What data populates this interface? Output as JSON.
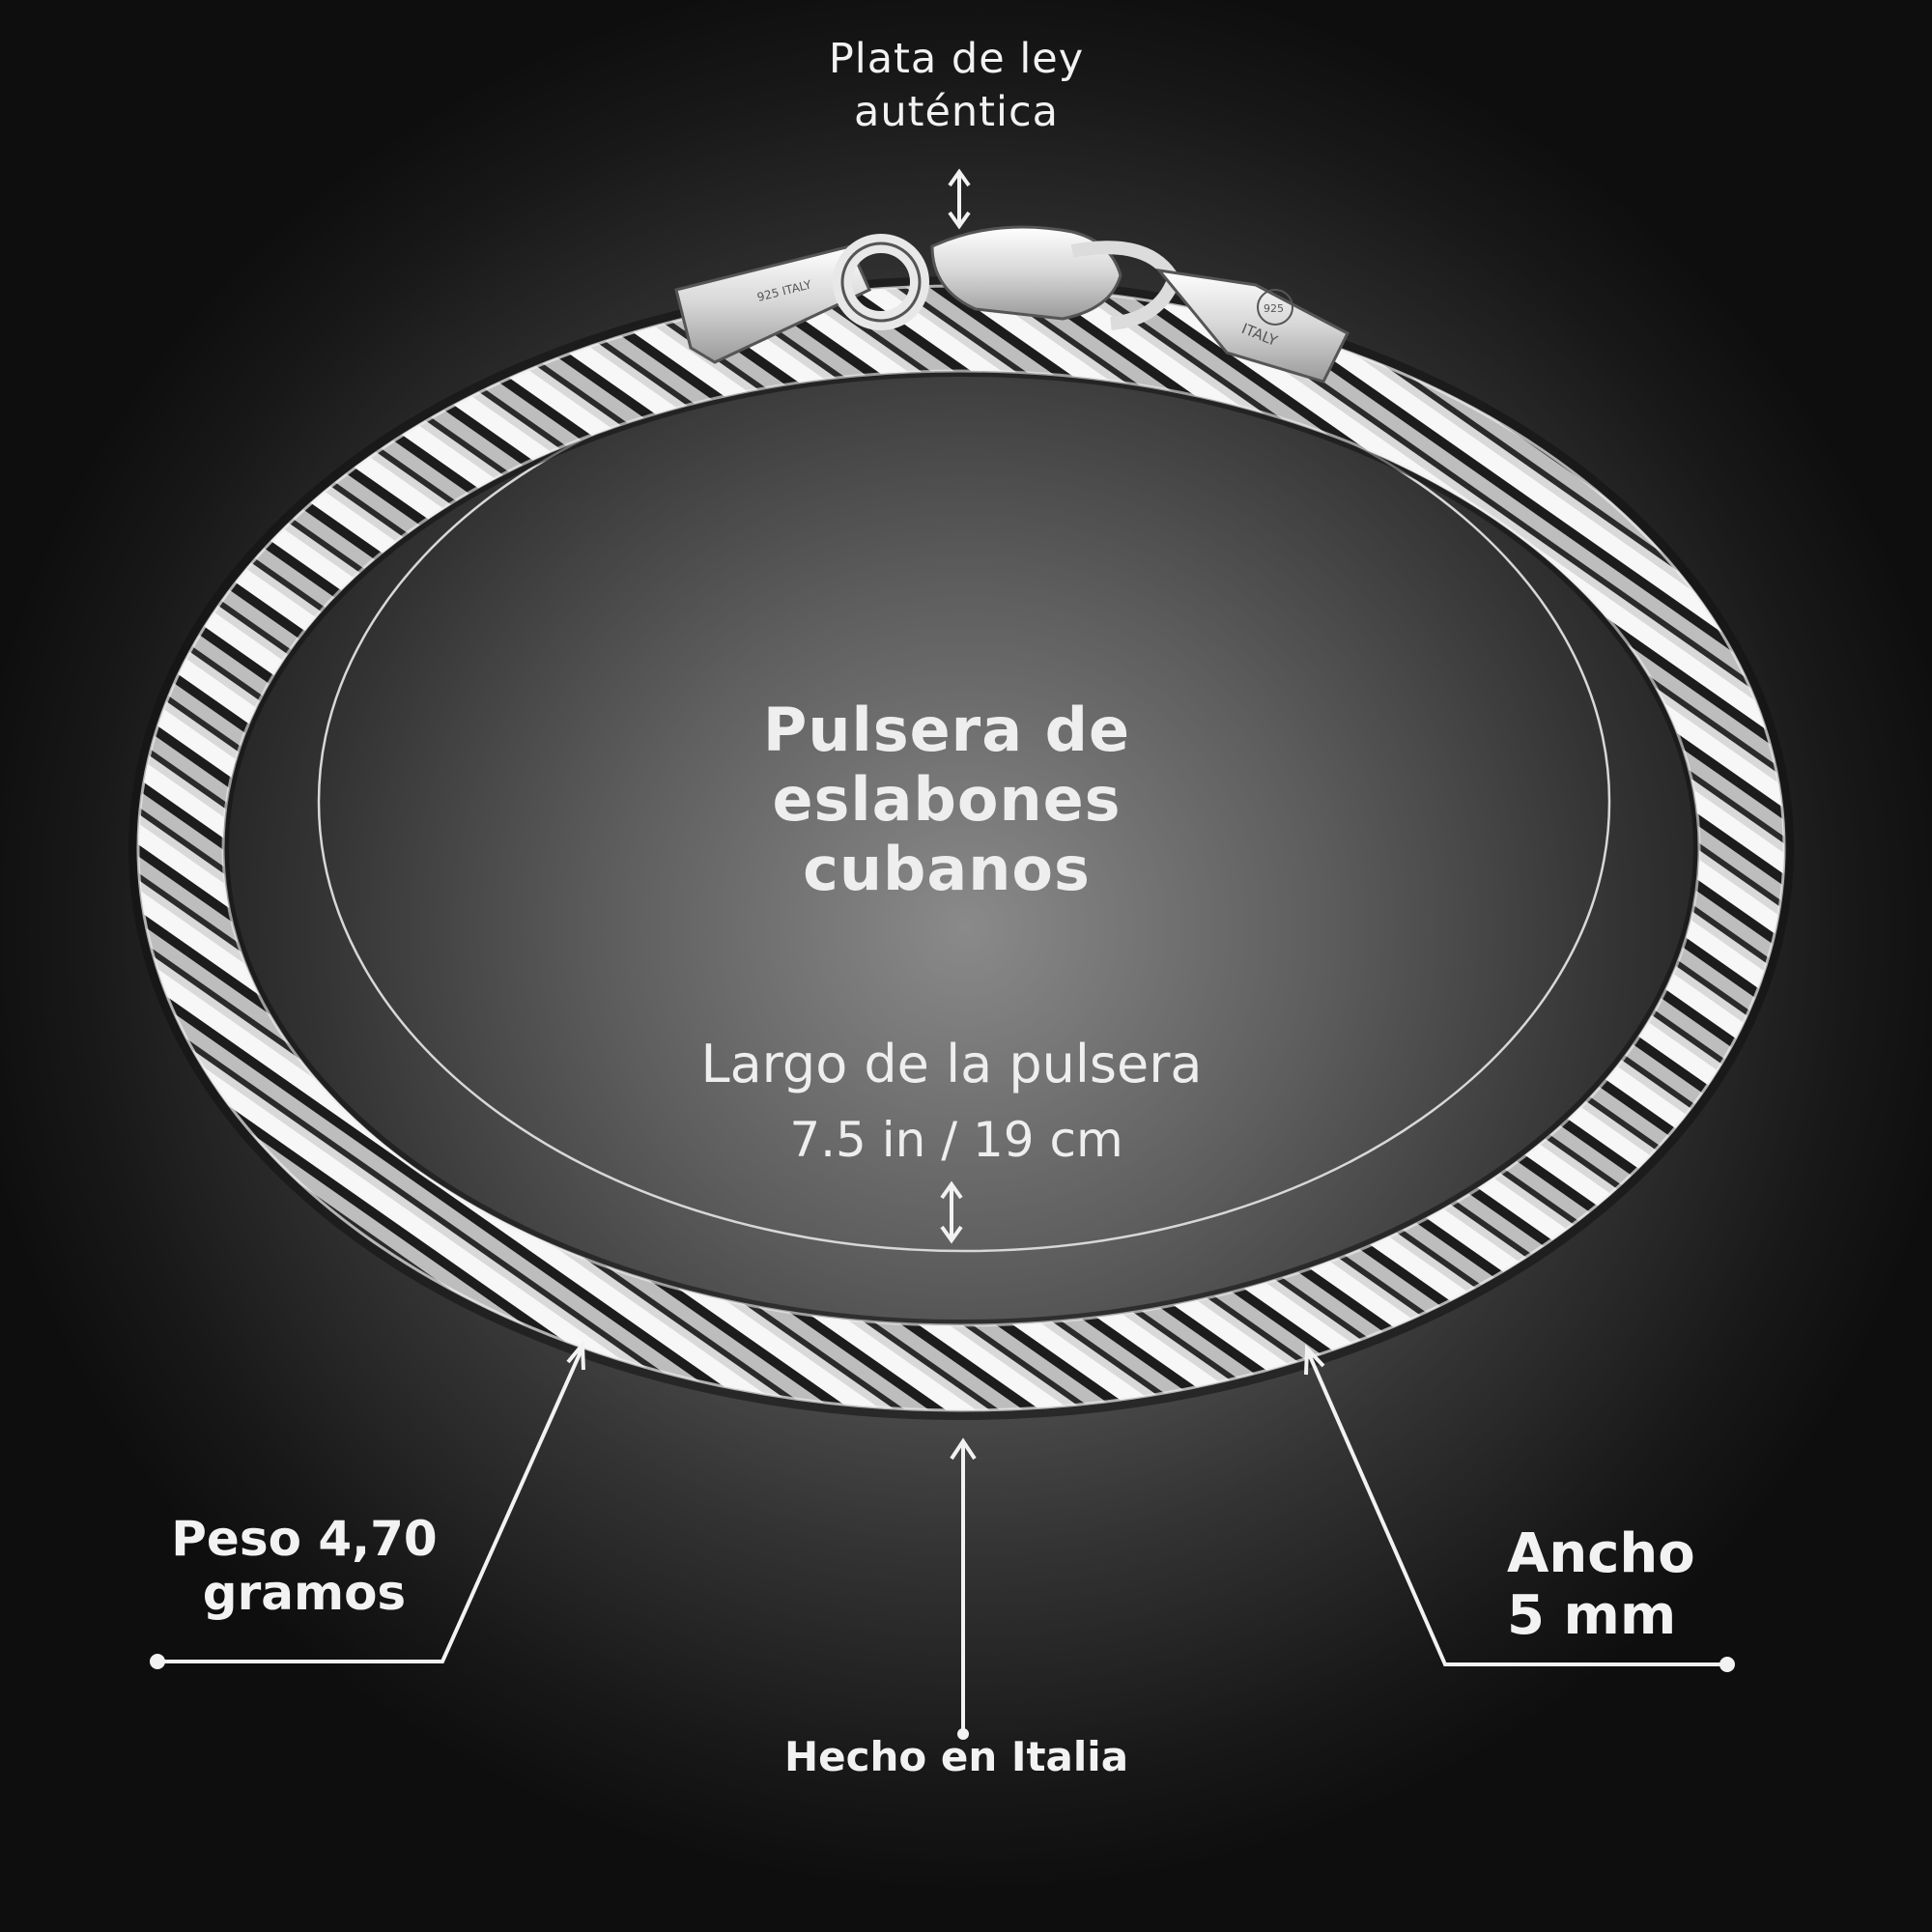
{
  "image": {
    "background_color": "#141414",
    "highlight_color": "#8a8a8a",
    "metal_color": "#e6e6e6",
    "text_color": "#f2f2f2"
  },
  "labels": {
    "top_line1": "Plata de ley",
    "top_line2": "auténtica",
    "title_line1": "Pulsera de",
    "title_line2": "eslabones",
    "title_line3": "cubanos",
    "length_label": "Largo de la pulsera",
    "length_value": "7.5 in / 19 cm",
    "weight_line1": "Peso 4,70",
    "weight_line2": "gramos",
    "width_line1": "Ancho",
    "width_line2": "5 mm",
    "origin": "Hecho en Italia"
  },
  "clasp": {
    "tag_left_text": "925 ITALY",
    "tag_right_line1": "925",
    "tag_right_line2": "ITALY"
  },
  "icons": {
    "clasp_arrow": "double-arrow-icon",
    "length_arrow": "double-arrow-icon",
    "origin_arrow": "arrow-up-icon",
    "weight_pointer": "pointer-line-icon",
    "width_pointer": "pointer-line-icon"
  }
}
